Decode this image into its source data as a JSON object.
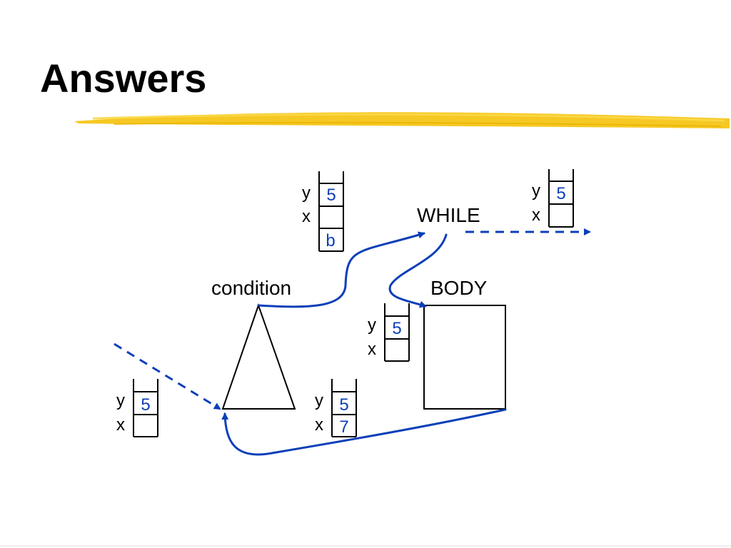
{
  "slide": {
    "title": "Answers",
    "accent_color": "#f5c518",
    "arrow_color": "#0b3fb8"
  },
  "diagram": {
    "condition_label": "condition",
    "while_label": "WHILE",
    "body_label": "BODY",
    "memory_states": {
      "top_middle": {
        "y_label": "y",
        "y_value": "5",
        "x_label": "x",
        "x_value": "",
        "extra_value": "b"
      },
      "top_right": {
        "y_label": "y",
        "y_value": "5",
        "x_label": "x",
        "x_value": ""
      },
      "middle": {
        "y_label": "y",
        "y_value": "5",
        "x_label": "x",
        "x_value": ""
      },
      "bottom_left": {
        "y_label": "y",
        "y_value": "5",
        "x_label": "x",
        "x_value": ""
      },
      "bottom_middle": {
        "y_label": "y",
        "y_value": "5",
        "x_label": "x",
        "x_value": "7"
      }
    }
  }
}
